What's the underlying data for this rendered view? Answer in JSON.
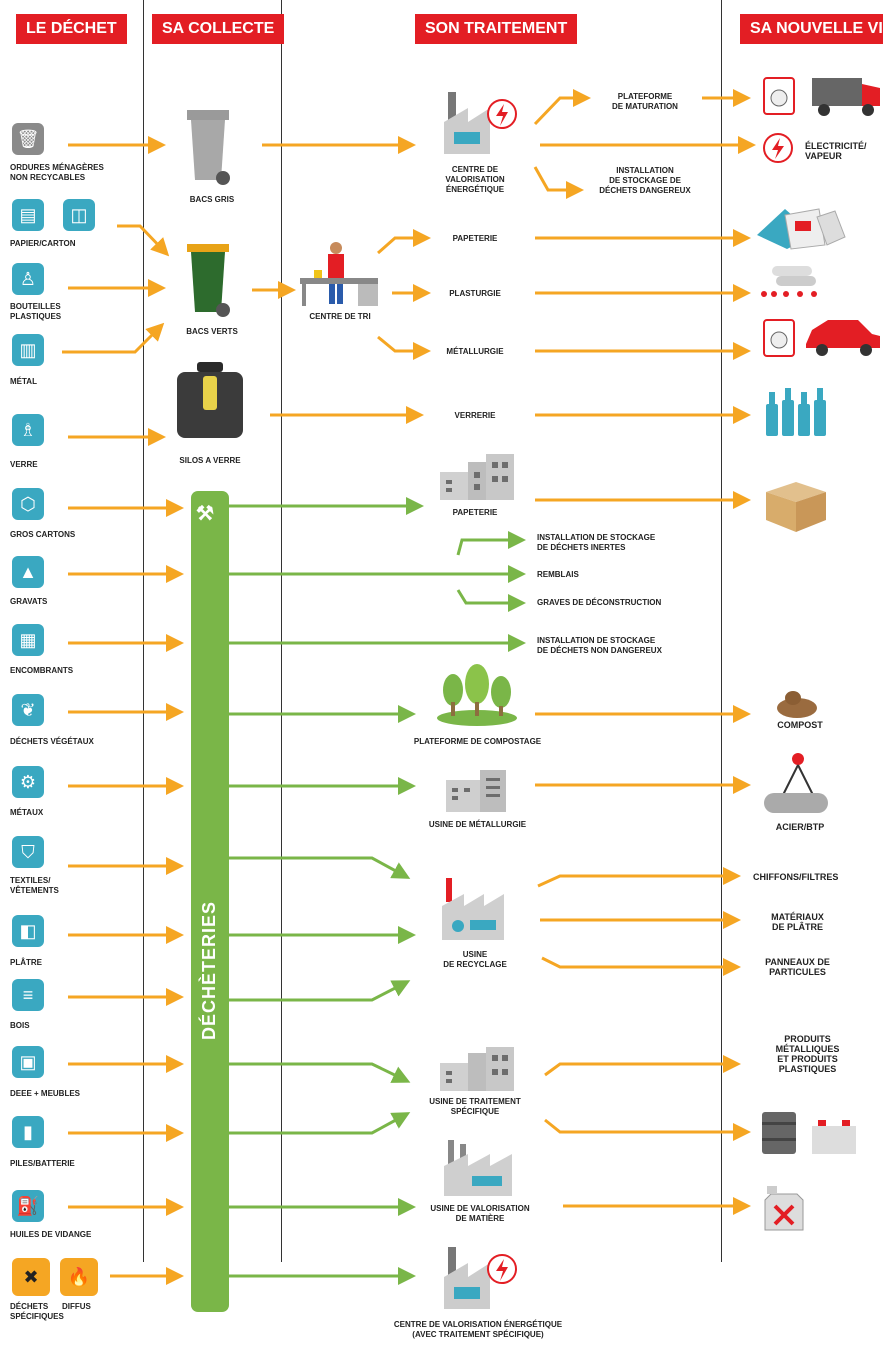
{
  "headers": {
    "dechet": "LE DÉCHET",
    "collecte": "SA COLLECTE",
    "traitement": "SON TRAITEMENT",
    "nouvelle_vie": "SA NOUVELLE VIE"
  },
  "waste": {
    "ordures": "ORDURES MÉNAGÈRES\nNON RECYCABLES",
    "papier": "PAPIER/CARTON",
    "bouteilles": "BOUTEILLES\nPLASTIQUES",
    "metal": "MÉTAL",
    "verre": "VERRE",
    "gros_cartons": "GROS CARTONS",
    "gravats": "GRAVATS",
    "encombrants": "ENCOMBRANTS",
    "vegetaux": "DÉCHETS VÉGÉTAUX",
    "metaux": "MÉTAUX",
    "textiles": "TEXTILES/\nVÊTEMENTS",
    "platre": "PLÂTRE",
    "bois": "BOIS",
    "deee": "DEEE + MEUBLES",
    "piles": "PILES/BATTERIE",
    "huiles": "HUILES DE VIDANGE",
    "dechets_specifiques": "DÉCHETS\nSPÉCIFIQUES",
    "diffus": "DIFFUS"
  },
  "collection": {
    "bacs_gris": "BACS GRIS",
    "bacs_verts": "BACS VERTS",
    "silos": "SILOS A VERRE",
    "centre_tri": "CENTRE DE TRI",
    "decheteries": "DÉCHÈTERIES"
  },
  "treatment": {
    "centre_valorisation": "CENTRE DE\nVALORISATION\nÉNERGÉTIQUE",
    "plateforme_maturation": "PLATEFORME\nDE MATURATION",
    "stockage_dangereux": "INSTALLATION\nDE STOCKAGE DE\nDÉCHETS DANGEREUX",
    "papeterie": "PAPETERIE",
    "plasturgie": "PLASTURGIE",
    "metallurgie": "MÉTALLURGIE",
    "verrerie": "VERRERIE",
    "papeterie2": "PAPETERIE",
    "stockage_inertes": "INSTALLATION DE STOCKAGE\nDE DÉCHETS INERTES",
    "remblais": "REMBLAIS",
    "graves": "GRAVES DE DÉCONSTRUCTION",
    "stockage_non_dangereux": "INSTALLATION DE STOCKAGE\nDE DÉCHETS NON DANGEREUX",
    "compostage": "PLATEFORME DE COMPOSTAGE",
    "usine_metallurgie": "USINE DE  MÉTALLURGIE",
    "usine_recyclage": "USINE\nDE RECYCLAGE",
    "usine_traitement": "USINE DE TRAITEMENT\nSPÉCIFIQUE",
    "usine_valorisation_matiere": "USINE DE VALORISATION\nDE MATIÈRE",
    "centre_valorisation_specifique": "CENTRE DE VALORISATION ÉNERGÉTIQUE\n(AVEC TRAITEMENT SPÉCIFIQUE)"
  },
  "outputs": {
    "electricite": "ÉLECTRICITÉ/\nVAPEUR",
    "compost": "COMPOST",
    "acier": "ACIER/BTP",
    "chiffons": "CHIFFONS/FILTRES",
    "materiaux_platre": "MATÉRIAUX\nDE PLÂTRE",
    "panneaux": "PANNEAUX DE\nPARTICULES",
    "produits": "PRODUITS\nMÉTALLIQUES\nET PRODUITS\nPLASTIQUES"
  },
  "colors": {
    "red": "#e31e24",
    "orange": "#f5a623",
    "green": "#7ab648",
    "teal": "#3aa8c1"
  }
}
